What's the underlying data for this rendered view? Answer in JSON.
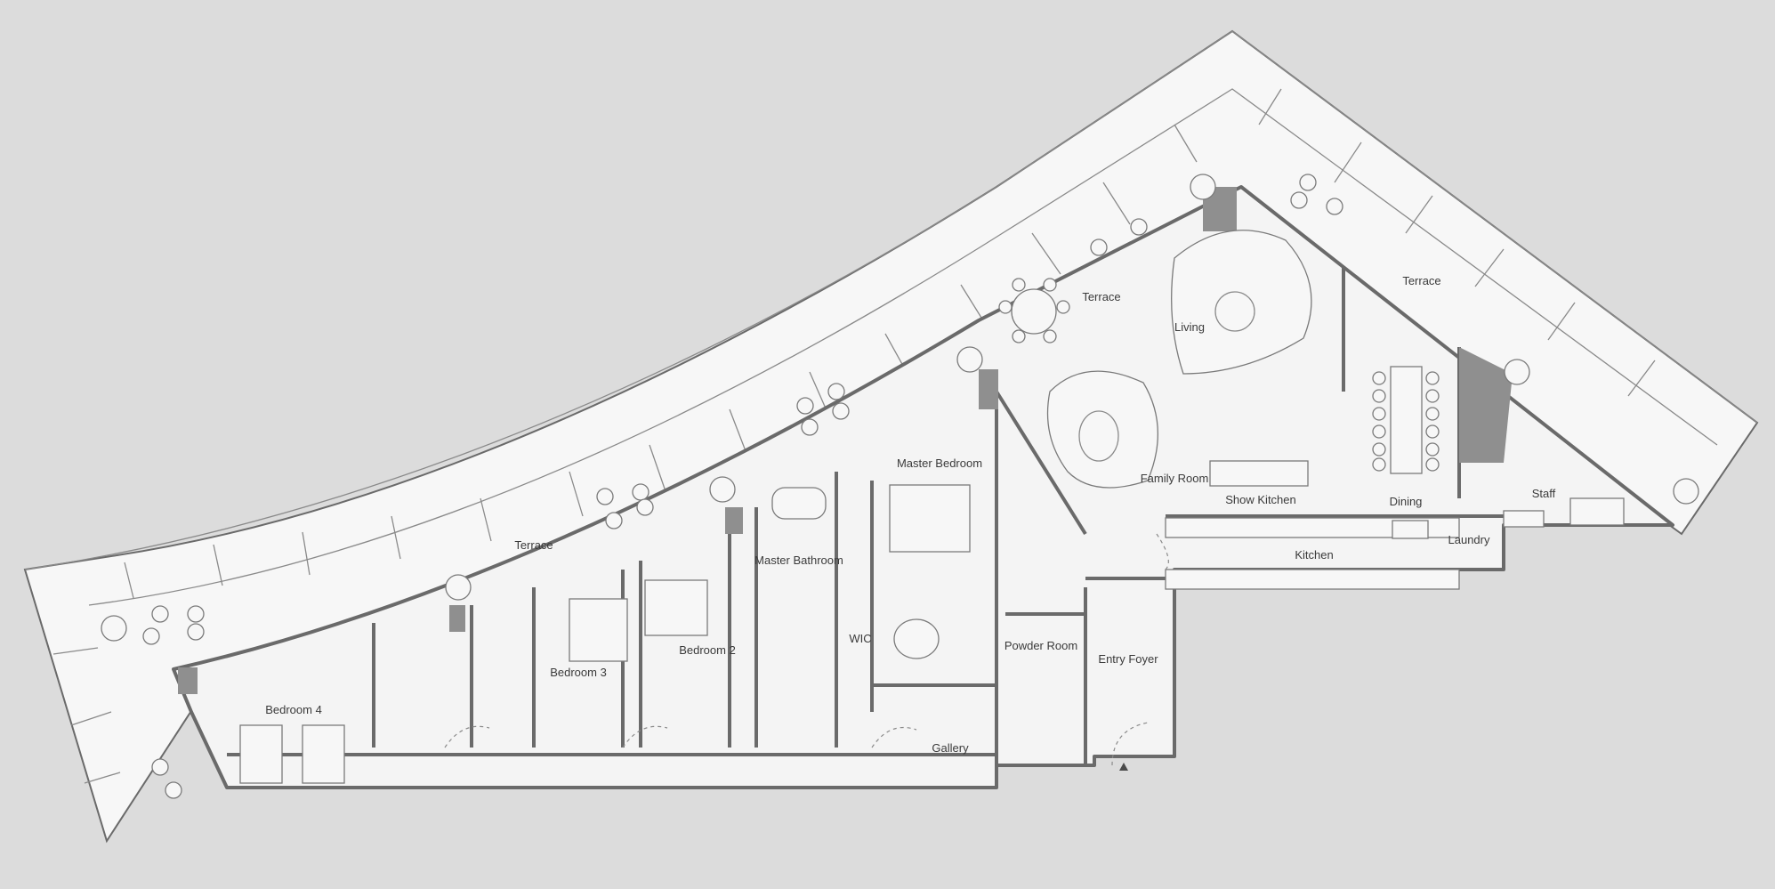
{
  "colors": {
    "background": "#dcdcdc",
    "floor": "#f4f4f4",
    "terrace": "#f7f7f7",
    "wall": "#6a6a6a",
    "line": "#8a8a8a",
    "column": "#8f8f8f"
  },
  "rooms": {
    "terrace_west": "Terrace",
    "terrace_center": "Terrace",
    "terrace_east": "Terrace",
    "living": "Living",
    "family_room": "Family Room",
    "show_kitchen": "Show Kitchen",
    "dining": "Dining",
    "staff": "Staff",
    "laundry": "Laundry",
    "kitchen": "Kitchen",
    "master_bedroom": "Master Bedroom",
    "master_bathroom": "Master Bathroom",
    "wic": "WIC",
    "powder_room": "Powder Room",
    "entry_foyer": "Entry Foyer",
    "gallery": "Gallery",
    "bedroom_2": "Bedroom 2",
    "bedroom_3": "Bedroom 3",
    "bedroom_4": "Bedroom 4"
  },
  "icons": [
    "entry-arrow-icon",
    "plant-icon",
    "bed-icon",
    "chair-icon",
    "table-icon",
    "sofa-icon",
    "bathtub-icon",
    "toilet-icon"
  ]
}
